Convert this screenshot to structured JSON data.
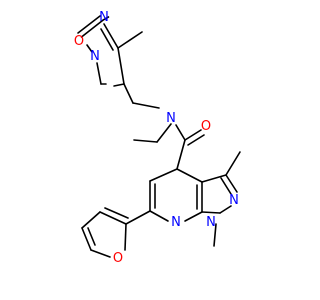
{
  "colors": {
    "bond": "#000000",
    "carbon": "#000000",
    "nitrogen": "#0000ff",
    "oxygen": "#ff0000",
    "background": "#ffffff"
  },
  "atoms": {
    "oxadiazole_n_top": "N",
    "oxadiazole_o": "O",
    "oxadiazole_n_bottom": "N",
    "amide_n": "N",
    "amide_o": "O",
    "pyrazole_n2": "N",
    "pyrazole_n1": "N",
    "pyridine_n": "N",
    "furan_o": "O"
  }
}
